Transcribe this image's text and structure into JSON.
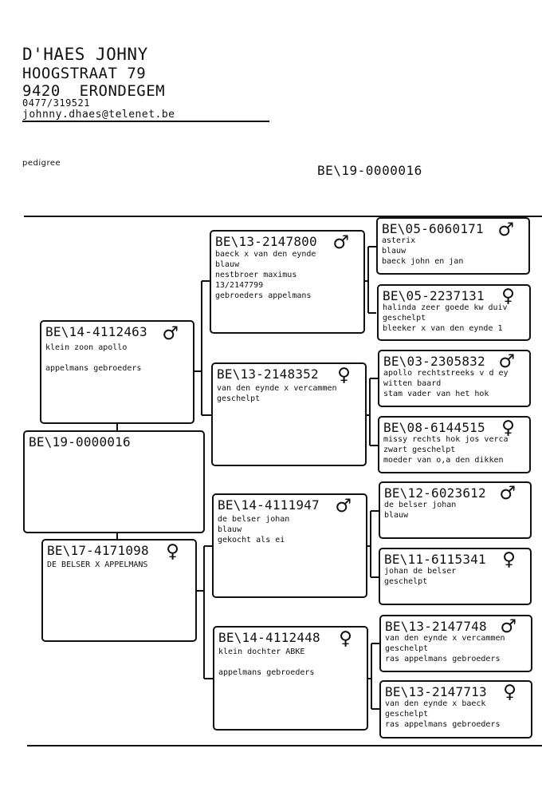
{
  "owner": {
    "name": "D'HAES JOHNY",
    "street": "HOOGSTRAAT 79",
    "city": "9420  ERONDEGEM",
    "phone": "0477/319521",
    "email": "johnny.dhaes@telenet.be"
  },
  "doc_label": "pedigree",
  "doc_ring": "BE\\19-0000016",
  "subject": {
    "ring": "BE\\19-0000016"
  },
  "parents": [
    {
      "ring": "BE\\14-4112463",
      "sex": "♂",
      "lines": [
        "klein zoon apollo",
        "",
        "appelmans gebroeders"
      ]
    },
    {
      "ring": "BE\\17-4171098",
      "sex": "♀",
      "lines": [
        "DE BELSER X APPELMANS"
      ]
    }
  ],
  "grandparents": [
    {
      "ring": "BE\\13-2147800",
      "sex": "♂",
      "lines": [
        "baeck x van den eynde",
        "blauw",
        "nestbroer maximus",
        "13/2147799",
        "gebroeders appelmans"
      ]
    },
    {
      "ring": "BE\\13-2148352",
      "sex": "♀",
      "lines": [
        "van den eynde x vercammen",
        "geschelpt"
      ]
    },
    {
      "ring": "BE\\14-4111947",
      "sex": "♂",
      "lines": [
        "de belser johan",
        "blauw",
        "gekocht als ei"
      ]
    },
    {
      "ring": "BE\\14-4112448",
      "sex": "♀",
      "lines": [
        "klein dochter ABKE",
        "",
        "appelmans gebroeders"
      ]
    }
  ],
  "great_grandparents": [
    {
      "ring": "BE\\05-6060171",
      "sex": "♂",
      "lines": [
        "asterix",
        "blauw",
        "baeck john en jan"
      ]
    },
    {
      "ring": "BE\\05-2237131",
      "sex": "♀",
      "lines": [
        "halinda zeer goede kw duiv",
        "geschelpt",
        "bleeker x van den eynde 1"
      ]
    },
    {
      "ring": "BE\\03-2305832",
      "sex": "♂",
      "lines": [
        "apollo rechtstreeks v d ey",
        "witten baard",
        "stam vader van het hok"
      ]
    },
    {
      "ring": "BE\\08-6144515",
      "sex": "♀",
      "lines": [
        "missy rechts hok jos verca",
        "zwart geschelpt",
        "moeder van o,a den dikken"
      ]
    },
    {
      "ring": "BE\\12-6023612",
      "sex": "♂",
      "lines": [
        "de belser johan",
        "blauw"
      ]
    },
    {
      "ring": "BE\\11-6115341",
      "sex": "♀",
      "lines": [
        "johan de belser",
        "geschelpt"
      ]
    },
    {
      "ring": "BE\\13-2147748",
      "sex": "♂",
      "lines": [
        "van den eynde x vercammen",
        "geschelpt",
        "ras appelmans gebroeders"
      ]
    },
    {
      "ring": "BE\\13-2147713",
      "sex": "♀",
      "lines": [
        "van den eynde x baeck",
        "geschelpt",
        "ras appelmans gebroeders"
      ]
    }
  ]
}
